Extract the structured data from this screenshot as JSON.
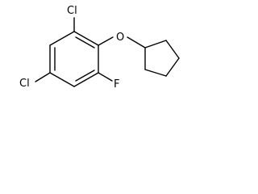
{
  "molecule": {
    "atoms": {
      "cl_top": "Cl",
      "cl_bottom": "Cl",
      "oxygen": "O",
      "fluorine": "F"
    }
  }
}
